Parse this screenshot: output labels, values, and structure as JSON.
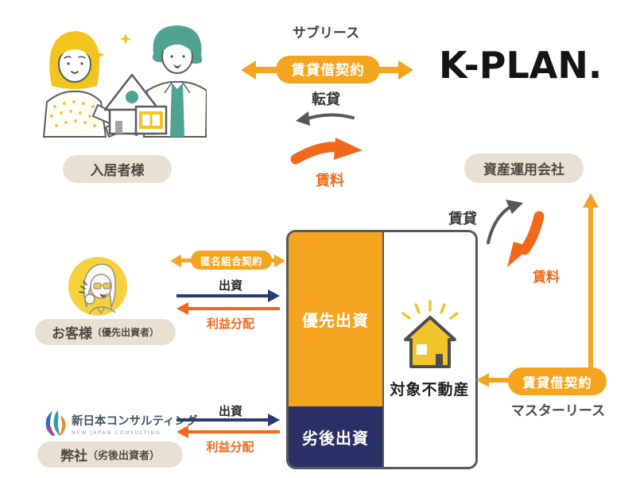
{
  "brand": {
    "kplan": "K-PLAN.",
    "consulting_name": "新日本コンサルティング",
    "consulting_sub": "NEW JAPAN CONSULTING"
  },
  "actors": {
    "tenant": {
      "label": "入居者様"
    },
    "asset_manager": {
      "label": "資産運用会社"
    },
    "customer": {
      "label": "お客様",
      "sublabel": "（優先出資者）"
    },
    "our_company": {
      "label": "弊社",
      "sublabel": "（劣後出資者）"
    }
  },
  "sublease_flow": {
    "title": "サブリース",
    "contract": "賃貸借契約",
    "sublet": "転貸",
    "rent": "賃料"
  },
  "master_lease_flow": {
    "lease": "賃貸",
    "rent": "賃料",
    "contract": "賃貸借契約",
    "title": "マスターリース"
  },
  "investment_box": {
    "senior": "優先出資",
    "subordinate": "劣後出資",
    "property": "対象不動産"
  },
  "customer_flow": {
    "contract": "匿名組合契約",
    "invest": "出資",
    "profit": "利益分配"
  },
  "company_flow": {
    "invest": "出資",
    "profit": "利益分配"
  },
  "colors": {
    "amber": "#F5A41F",
    "orange": "#F0691A",
    "navy": "#2B3A6E",
    "navy_dark": "#2A3066",
    "beige": "#E8E1D3",
    "gray": "#56575A"
  }
}
